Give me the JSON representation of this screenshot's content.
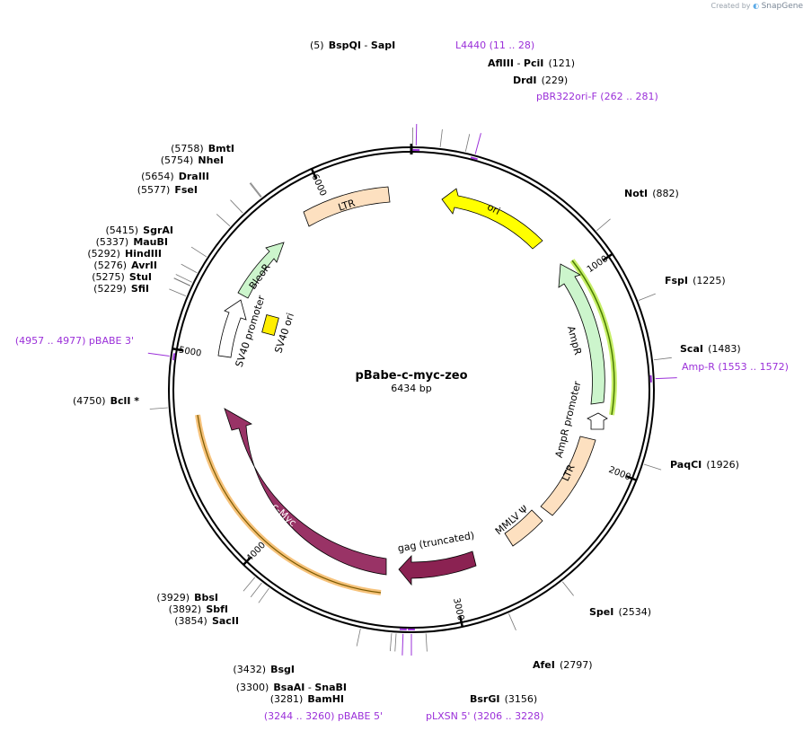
{
  "watermark": {
    "created_by": "Created by",
    "brand": "SnapGene"
  },
  "plasmid": {
    "name": "pBabe-c-myc-zeo",
    "length_label": "6434 bp",
    "length": 6434
  },
  "ticks": [
    {
      "bp": 1000,
      "label": "1000"
    },
    {
      "bp": 2000,
      "label": "2000"
    },
    {
      "bp": 3000,
      "label": "3000"
    },
    {
      "bp": 4000,
      "label": "4000"
    },
    {
      "bp": 5000,
      "label": "5000"
    },
    {
      "bp": 6000,
      "label": "6000"
    }
  ],
  "enzymes": [
    {
      "name": "BspQI",
      "pos": "(5)",
      "name2": "SapI",
      "bp": 5,
      "side": "top"
    },
    {
      "name": "AflIII",
      "pos": "(121)",
      "name2": "PciI",
      "bp": 121,
      "side": "right"
    },
    {
      "name": "DrdI",
      "pos": "(229)",
      "bp": 229,
      "side": "right"
    },
    {
      "name": "NotI",
      "pos": "(882)",
      "bp": 882,
      "side": "right"
    },
    {
      "name": "FspI",
      "pos": "(1225)",
      "bp": 1225,
      "side": "right"
    },
    {
      "name": "ScaI",
      "pos": "(1483)",
      "bp": 1483,
      "side": "right"
    },
    {
      "name": "PaqCI",
      "pos": "(1926)",
      "bp": 1926,
      "side": "right"
    },
    {
      "name": "SpeI",
      "pos": "(2534)",
      "bp": 2534,
      "side": "right"
    },
    {
      "name": "AfeI",
      "pos": "(2797)",
      "bp": 2797,
      "side": "right"
    },
    {
      "name": "BsrGI",
      "pos": "(3156)",
      "bp": 3156,
      "side": "right"
    },
    {
      "name": "BamHI",
      "pos": "(3281)",
      "bp": 3281,
      "side": "left"
    },
    {
      "name": "BsaAI",
      "pos": "(3300)",
      "name2": "SnaBI",
      "bp": 3300,
      "side": "left"
    },
    {
      "name": "BsgI",
      "pos": "(3432)",
      "bp": 3432,
      "side": "left"
    },
    {
      "name": "SacII",
      "pos": "(3854)",
      "bp": 3854,
      "side": "left"
    },
    {
      "name": "SbfI",
      "pos": "(3892)",
      "bp": 3892,
      "side": "left"
    },
    {
      "name": "BbsI",
      "pos": "(3929)",
      "bp": 3929,
      "side": "left"
    },
    {
      "name": "BclI *",
      "pos": "(4750)",
      "bp": 4750,
      "side": "left"
    },
    {
      "name": "SfiI",
      "pos": "(5229)",
      "bp": 5229,
      "side": "left"
    },
    {
      "name": "StuI",
      "pos": "(5275)",
      "bp": 5275,
      "side": "left"
    },
    {
      "name": "AvrII",
      "pos": "(5276)",
      "bp": 5276,
      "side": "left"
    },
    {
      "name": "HindIII",
      "pos": "(5292)",
      "bp": 5292,
      "side": "left"
    },
    {
      "name": "MauBI",
      "pos": "(5337)",
      "bp": 5337,
      "side": "left"
    },
    {
      "name": "SgrAI",
      "pos": "(5415)",
      "bp": 5415,
      "side": "left"
    },
    {
      "name": "FseI",
      "pos": "(5577)",
      "bp": 5577,
      "side": "left"
    },
    {
      "name": "DraIII",
      "pos": "(5654)",
      "bp": 5654,
      "side": "left"
    },
    {
      "name": "NheI",
      "pos": "(5754)",
      "bp": 5754,
      "side": "left"
    },
    {
      "name": "BmtI",
      "pos": "(5758)",
      "bp": 5758,
      "side": "left"
    }
  ],
  "primers": [
    {
      "name": "L4440",
      "range": "(11 .. 28)",
      "bp": 20
    },
    {
      "name": "pBR322ori-F",
      "range": "(262 .. 281)",
      "bp": 271
    },
    {
      "name": "Amp-R",
      "range": "(1553 .. 1572)",
      "bp": 1562
    },
    {
      "name": "pLXSN 5'",
      "range": "(3206 .. 3228)",
      "bp": 3217
    },
    {
      "name": "pBABE 5'",
      "range": "(3244 .. 3260)",
      "bp": 3252
    },
    {
      "name": "pBABE 3'",
      "range": "(4957 .. 4977)",
      "bp": 4967
    }
  ],
  "features": [
    {
      "name": "ori",
      "color": "#ffff00"
    },
    {
      "name": "AmpR",
      "color": "#ccf5cc"
    },
    {
      "name": "AmpR promoter",
      "color": "#ffffff"
    },
    {
      "name": "LTR",
      "color": "#fde0c0",
      "id": "ltr-right"
    },
    {
      "name": "MMLV Ψ",
      "color": "#fde0c0"
    },
    {
      "name": "gag (truncated)",
      "color": "#8b2252"
    },
    {
      "name": "c-Myc",
      "color": "#993366"
    },
    {
      "name": "SV40 promoter",
      "color": "#ffffff"
    },
    {
      "name": "SV40 ori",
      "color": "#ffee00"
    },
    {
      "name": "BleoR",
      "color": "#ccf5cc"
    },
    {
      "name": "LTR",
      "color": "#fde0c0",
      "id": "ltr-top"
    }
  ]
}
